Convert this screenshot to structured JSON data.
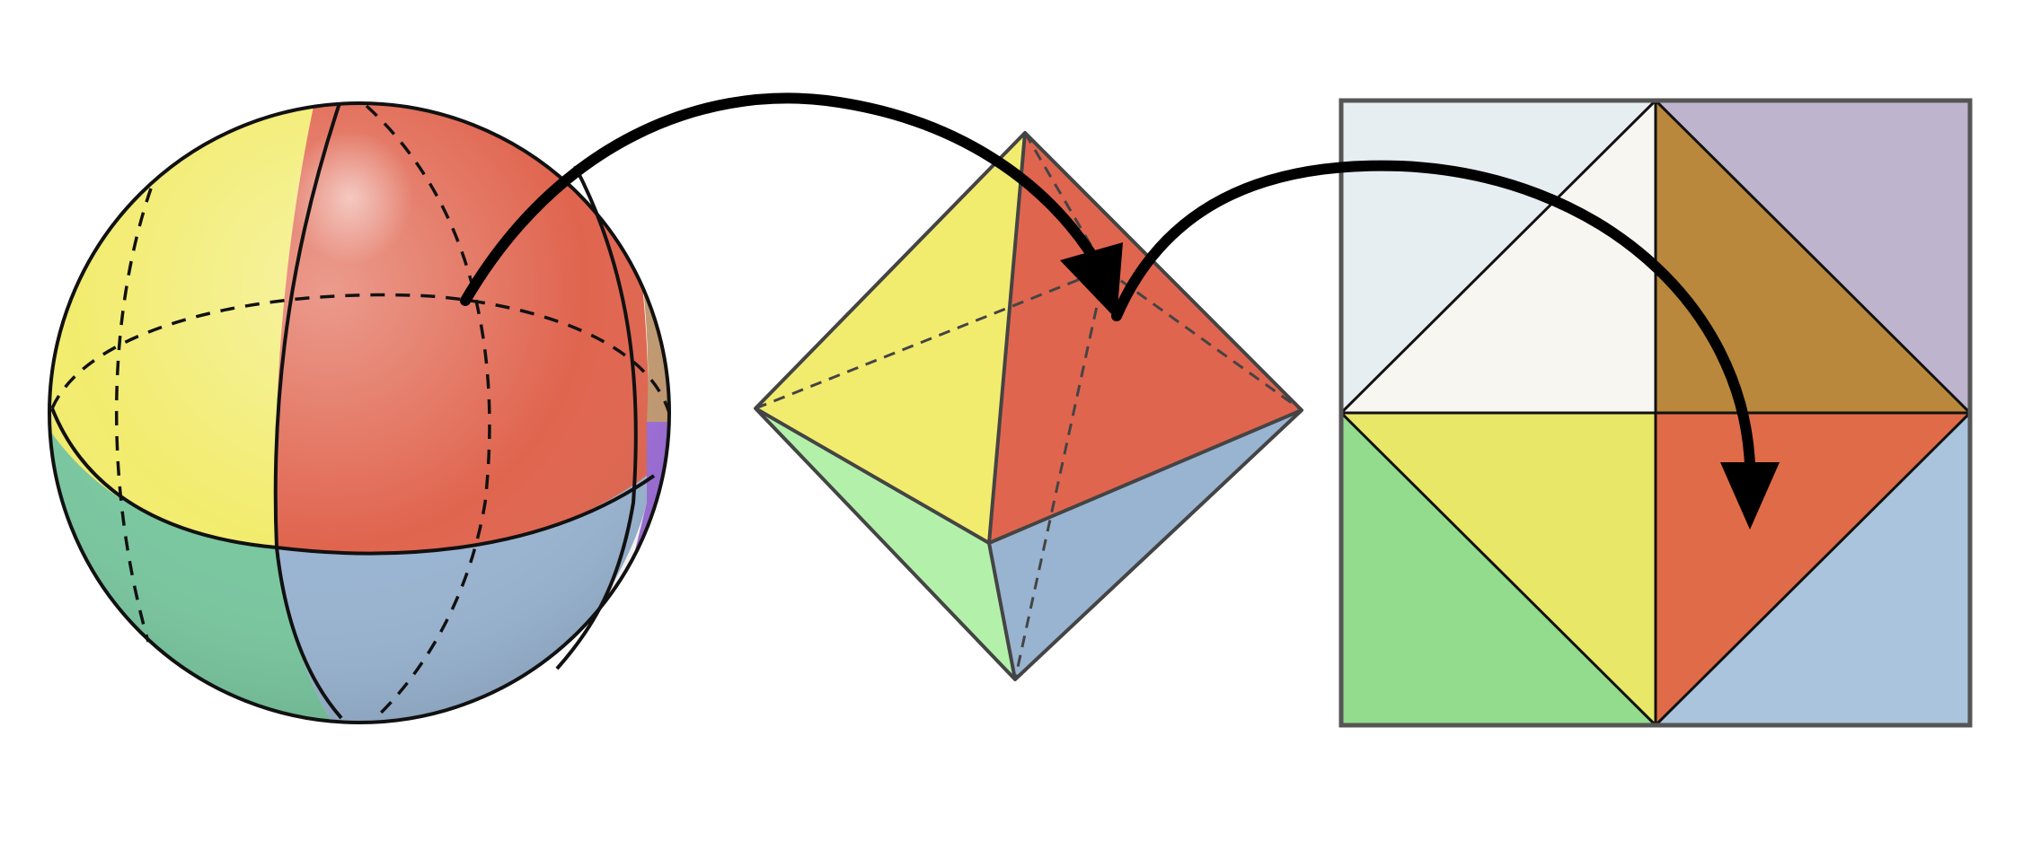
{
  "figure": {
    "panels": [
      {
        "id": "sphere",
        "icon": "sphere-octant-icon"
      },
      {
        "id": "octahedron",
        "icon": "octahedron-icon"
      },
      {
        "id": "square",
        "icon": "square-unfolding-icon"
      }
    ],
    "arrows": [
      {
        "from": "sphere",
        "to": "octahedron"
      },
      {
        "from": "octahedron",
        "to": "square"
      }
    ]
  },
  "colors": {
    "background": "#ffffff",
    "stroke": "#111111",
    "arrow": "#000000",
    "yellow": "#f2ec6e",
    "red": "#e0654f",
    "dark_red": "#b5503a",
    "tan": "#c19970",
    "purple": "#9b6cd6",
    "light_green": "#b3f1aa",
    "green": "#93db8d",
    "teal_green": "#79c79f",
    "blue": "#99b4d1",
    "light_blue": "#a9c4dc",
    "pale_blue": "#e6eef2",
    "off_white": "#f7f6f1",
    "brown": "#b9883c",
    "lavender": "#bfb4cd",
    "square_yellow": "#e8e767",
    "square_red": "#e06b48"
  }
}
